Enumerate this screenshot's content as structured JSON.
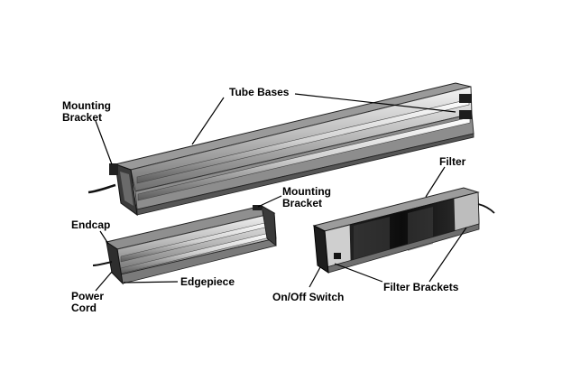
{
  "labels": {
    "mounting_bracket_top": [
      "Mounting",
      "Bracket"
    ],
    "tube_bases": "Tube Bases",
    "filter": "Filter",
    "mounting_bracket_mid": [
      "Mounting",
      "Bracket"
    ],
    "endcap": "Endcap",
    "power_cord": [
      "Power",
      "Cord"
    ],
    "edgepiece": "Edgepiece",
    "on_off_switch": "On/Off Switch",
    "filter_brackets": "Filter Brackets"
  },
  "colors": {
    "background": "#ffffff",
    "text": "#000000",
    "metal_light": "#e8e8e8",
    "metal_mid": "#a9a9a9",
    "metal_dark": "#2a2a2a",
    "filter_glass": "#111111"
  }
}
